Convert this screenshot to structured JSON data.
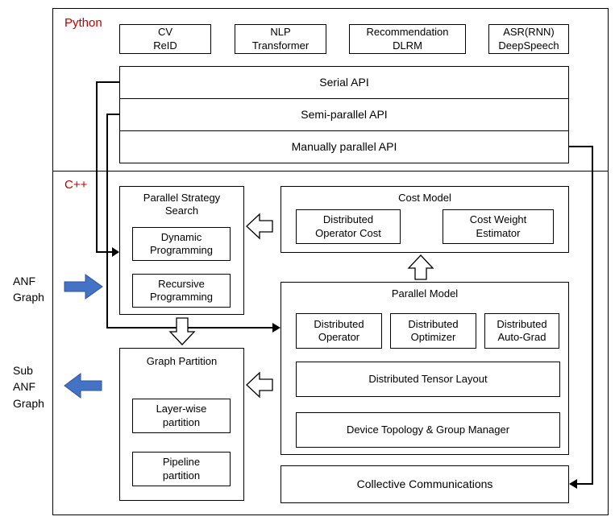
{
  "python": {
    "label": "Python",
    "apps": [
      "CV\nReID",
      "NLP\nTransformer",
      "Recommendation\nDLRM",
      "ASR(RNN)\nDeepSpeech"
    ],
    "apis": [
      "Serial API",
      "Semi-parallel API",
      "Manually parallel API"
    ]
  },
  "cpp": {
    "label": "C++",
    "strategy_search": {
      "title": "Parallel Strategy\nSearch",
      "items": [
        "Dynamic\nProgramming",
        "Recursive\nProgramming"
      ]
    },
    "cost_model": {
      "title": "Cost Model",
      "items": [
        "Distributed\nOperator Cost",
        "Cost Weight\nEstimator"
      ]
    },
    "parallel_model": {
      "title": "Parallel Model",
      "ops": [
        "Distributed\nOperator",
        "Distributed\nOptimizer",
        "Distributed\nAuto-Grad"
      ],
      "tensor_layout": "Distributed Tensor Layout",
      "device_topology": "Device Topology & Group Manager"
    },
    "graph_partition": {
      "title": "Graph Partition",
      "items": [
        "Layer-wise\npartition",
        "Pipeline\npartition"
      ]
    },
    "collective": "Collective Communications"
  },
  "io": {
    "input_label": "ANF\nGraph",
    "output_label": "Sub\nANF\nGraph"
  },
  "colors": {
    "section_label_red": "#C00000",
    "io_arrow_blue": "#4472C4"
  }
}
